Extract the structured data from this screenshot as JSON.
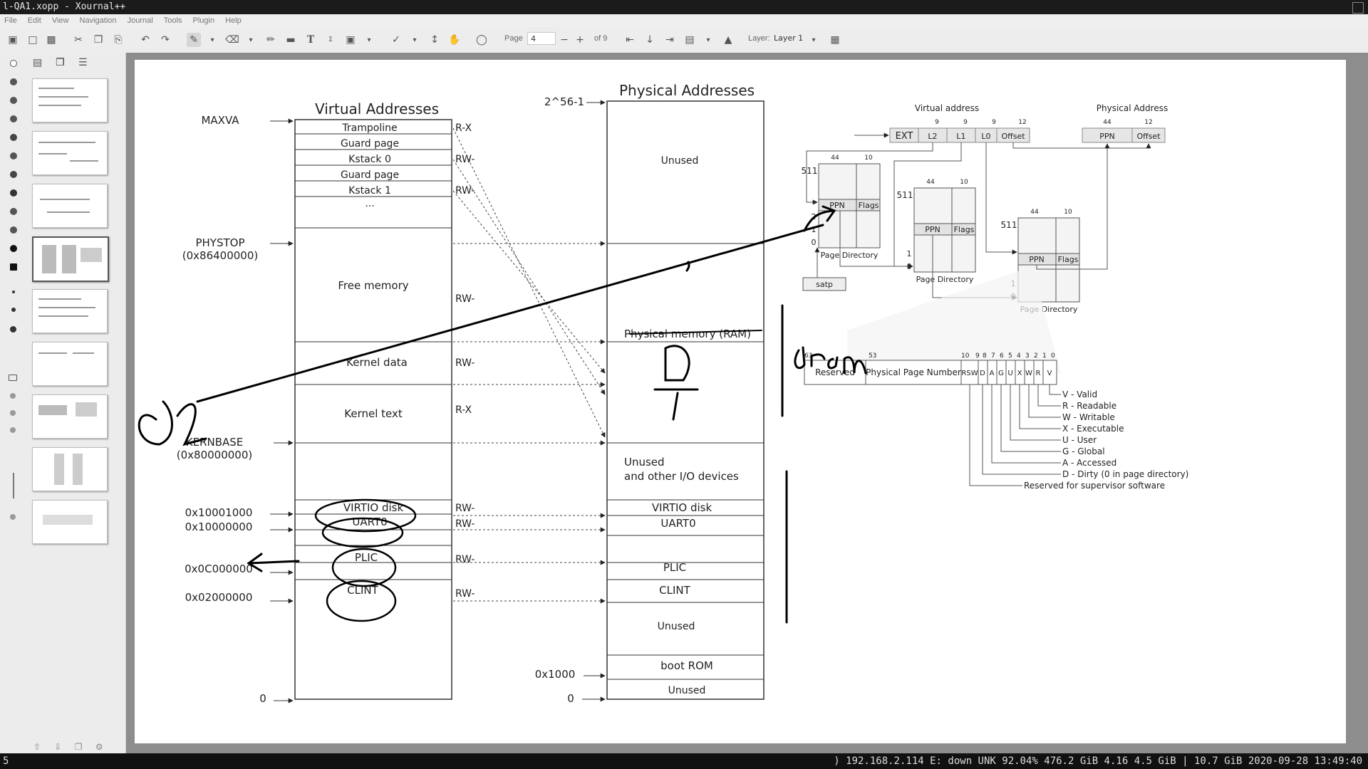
{
  "window": {
    "title": "l-QA1.xopp - Xournal++"
  },
  "menu": [
    "File",
    "Edit",
    "View",
    "Navigation",
    "Journal",
    "Tools",
    "Plugin",
    "Help"
  ],
  "toolbar": {
    "page_label": "Page",
    "page_value": "4",
    "page_of": "of 9",
    "layer_label": "Layer:",
    "layer_value": "Layer 1"
  },
  "statusbar": {
    "workspace": "5",
    "info": ") 192.168.2.114 E: down UNK 92.04% 476.2 GiB 4.16 4.5 GiB | 10.7 GiB 2020-09-28 13:49:40"
  },
  "diagram": {
    "virtual_title": "Virtual Addresses",
    "physical_title": "Physical Addresses",
    "va_rows": [
      "Trampoline",
      "Guard page",
      "Kstack 0",
      "Guard page",
      "Kstack 1",
      "...",
      "Free memory",
      "Kernel data",
      "Kernel text",
      "VIRTIO disk",
      "UART0",
      "PLIC",
      "CLINT"
    ],
    "va_perms": [
      "R-X",
      "RW-",
      "RW-",
      "RW-",
      "RW-",
      "R-X",
      "RW-",
      "RW-",
      "RW-",
      "RW-"
    ],
    "va_labels": [
      "MAXVA",
      "PHYSTOP",
      "(0x86400000)",
      "KERNBASE",
      "(0x80000000)",
      "0x10001000",
      "0x10000000",
      "0x0C000000",
      "0x02000000",
      "0"
    ],
    "pa_labels": [
      "2^56-1",
      "0x1000",
      "0"
    ],
    "pa_rows": [
      "Unused",
      "Physical memory (RAM)",
      "Unused",
      "and other I/O devices",
      "VIRTIO disk",
      "UART0",
      "PLIC",
      "CLINT",
      "Unused",
      "boot ROM",
      "Unused"
    ],
    "pt": {
      "va_title": "Virtual address",
      "pa_title": "Physical Address",
      "va_bits": [
        "9",
        "9",
        "9",
        "12"
      ],
      "va_fields": [
        "EXT",
        "L2",
        "L1",
        "L0",
        "Offset"
      ],
      "pa_bits": [
        "44",
        "12"
      ],
      "pa_fields": [
        "PPN",
        "Offset"
      ],
      "dir_bits": [
        "44",
        "10"
      ],
      "ppn": "PPN",
      "flags": "Flags",
      "idx_511": "511",
      "idx_2": "2",
      "idx_1": "1",
      "idx_0": "0",
      "page_directory": "Page Directory",
      "satp": "satp"
    },
    "pte": {
      "bit_positions": [
        "63",
        "53",
        "10",
        "9",
        "8",
        "7",
        "6",
        "5",
        "4",
        "3",
        "2",
        "1",
        "0"
      ],
      "fields": [
        "Reserved",
        "Physical Page Number",
        "RSW",
        "D",
        "A",
        "G",
        "U",
        "X",
        "W",
        "R",
        "V"
      ],
      "legend": [
        "V - Valid",
        "R - Readable",
        "W - Writable",
        "X - Executable",
        "U - User",
        "G - Global",
        "A - Accessed",
        "D - Dirty (0 in page directory)",
        "Reserved for supervisor software"
      ]
    }
  }
}
